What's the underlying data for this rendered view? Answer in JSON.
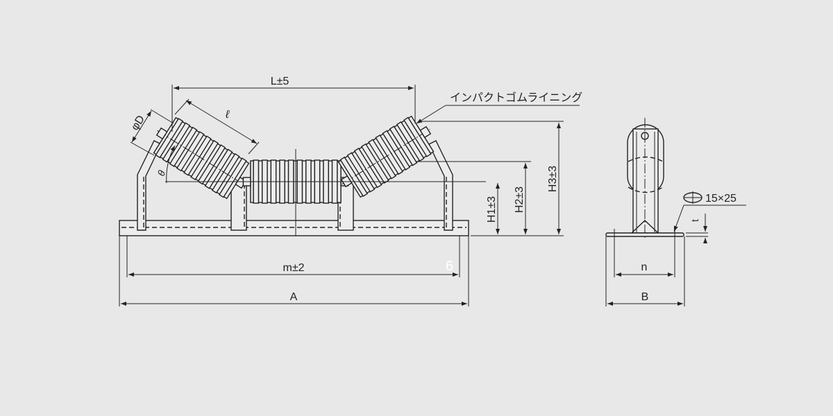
{
  "drawing": {
    "front_view": {
      "dim_L": "L±5",
      "dim_roller_length": "ℓ",
      "dim_diameter": "φD",
      "dim_angle": "θ",
      "dim_H1": "H1±3",
      "dim_H2": "H2±3",
      "dim_H3": "H3±3",
      "dim_m": "m±2",
      "dim_A": "A",
      "callout_lining": "インパクトゴムライニング"
    },
    "side_view": {
      "hole_spec": "15×25",
      "dim_t": "t",
      "dim_n": "n",
      "dim_B": "B"
    },
    "page_number": "6"
  }
}
